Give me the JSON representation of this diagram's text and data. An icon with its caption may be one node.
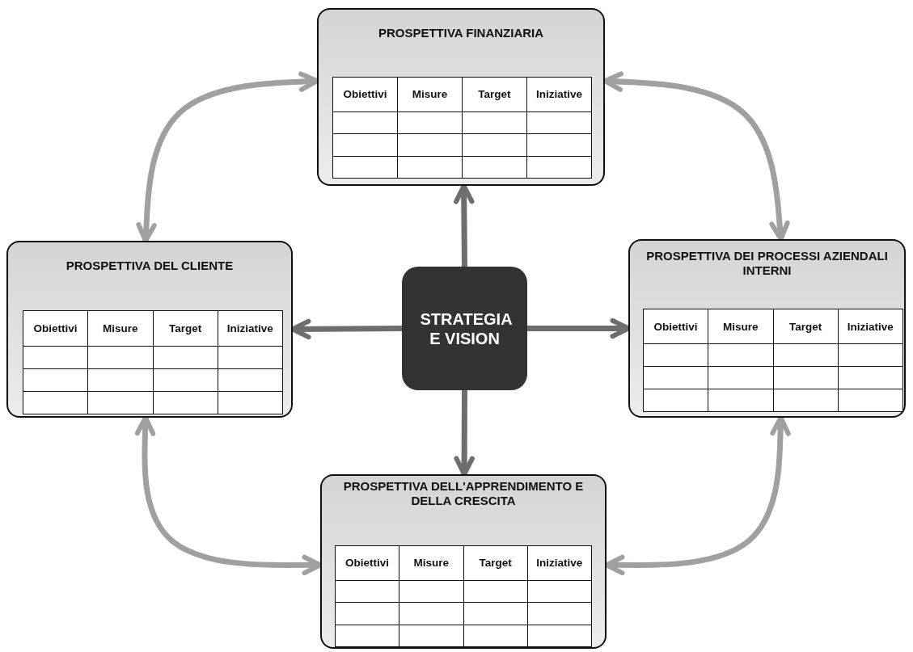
{
  "diagram": {
    "nodes": [
      {
        "text": [
          "PROSPETTIVA FINANZIARIA",
          "Obiettivi",
          "Misure",
          "Target",
          "Iniziative"
        ]
      },
      {
        "text": [
          "PROSPETTIVA DEL CLIENTE",
          "Obiettivi",
          "Misure",
          "Target",
          "Iniziative"
        ]
      },
      {
        "text": [
          "STRATEGIA E VISION"
        ]
      },
      {
        "text": [
          "PROSPETTIVA DEI PROCESSI AZIENDALI INTERNI",
          "Obiettivi",
          "Misure",
          "Target",
          "Iniziative"
        ]
      },
      {
        "text": [
          "PROSPETTIVA DELL'APPRENDIMENTO E DELLA CRESCITA",
          "Obiettivi",
          "Misure",
          "Target",
          "Iniziative"
        ]
      }
    ],
    "edges": [
      {
        "from": 2,
        "to": 0,
        "arrow": "to",
        "color": "#6e6e6e"
      },
      {
        "from": 2,
        "to": 1,
        "arrow": "to",
        "color": "#6e6e6e"
      },
      {
        "from": 2,
        "to": 3,
        "arrow": "to",
        "color": "#6e6e6e"
      },
      {
        "from": 2,
        "to": 4,
        "arrow": "to",
        "color": "#6e6e6e"
      },
      {
        "from": 1,
        "to": 0,
        "arrow": "both",
        "color": "#a0a0a0"
      },
      {
        "from": 0,
        "to": 3,
        "arrow": "both",
        "color": "#a0a0a0"
      },
      {
        "from": 3,
        "to": 4,
        "arrow": "both",
        "color": "#a0a0a0"
      },
      {
        "from": 4,
        "to": 1,
        "arrow": "both",
        "color": "#a0a0a0"
      }
    ]
  }
}
